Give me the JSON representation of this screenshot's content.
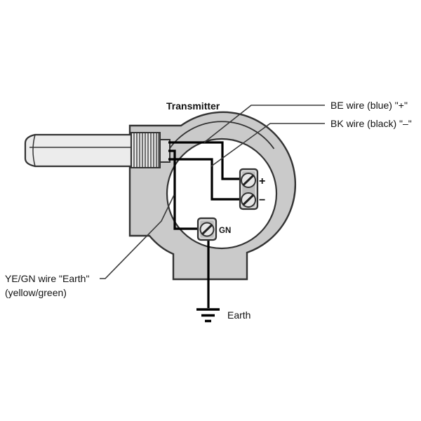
{
  "diagram": {
    "title": "Transmitter",
    "labels": {
      "be_wire": "BE wire (blue) \"+\"",
      "bk_wire": "BK wire (black) \"–\"",
      "yegn_wire_line1": "YE/GN wire \"Earth\"",
      "yegn_wire_line2": "(yellow/green)",
      "earth": "Earth",
      "terminal_plus": "+",
      "terminal_minus": "−",
      "terminal_ground": "GN"
    },
    "colors": {
      "housing": "#cacaca",
      "probe": "#ececec",
      "terminal": "#bdbdbd",
      "outline": "#333333",
      "wire": "#000000"
    }
  }
}
